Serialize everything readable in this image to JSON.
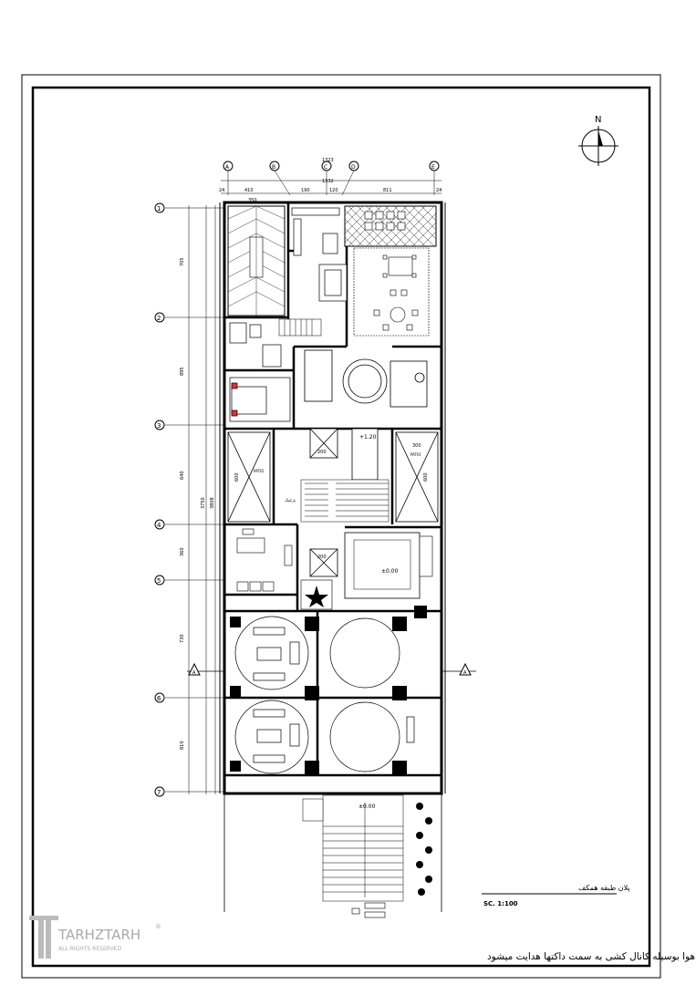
{
  "sheet": {
    "north_label": "N",
    "title": "پلان طبقه همکف",
    "scale": "SC. 1:100",
    "note": "با توجه به ارتفاع بلند این طبقه مسیر هوا بوسیله کانال کشی به سمت داکتها هدایت میشود",
    "watermark_brand": "TARHZTARH",
    "watermark_sub": "ALL RIGHTS RESERVED",
    "watermark_mark": "®"
  },
  "grid": {
    "columns": [
      "A",
      "B",
      "C",
      "D",
      "E"
    ],
    "rows": [
      "1",
      "2",
      "3",
      "4",
      "5",
      "6",
      "7"
    ],
    "section_label": "A"
  },
  "dimensions": {
    "top_total": "1323",
    "top_row": [
      "410",
      "190",
      "120",
      "811"
    ],
    "top_sub": "1332",
    "top_edge_left": "24",
    "top_edge_right": "24",
    "top_inner": "350",
    "left_row_spacings": [
      "705",
      "895",
      "640",
      "360",
      "730",
      "810"
    ],
    "left_total": "3750",
    "left_total_outer": "3808",
    "patio_left_height": "600",
    "patio_right_height": "600",
    "patio_right_width": "300",
    "patio_left_label": "PATIO",
    "patio_right_label": "PATIO",
    "elevator_dims": "200",
    "elevator_dims_2": "200"
  },
  "levels": {
    "upper_level": "+1.20",
    "lobby_level": "±0.00",
    "entrance_level": "±0.00",
    "stair_label": "پارکینگ"
  }
}
